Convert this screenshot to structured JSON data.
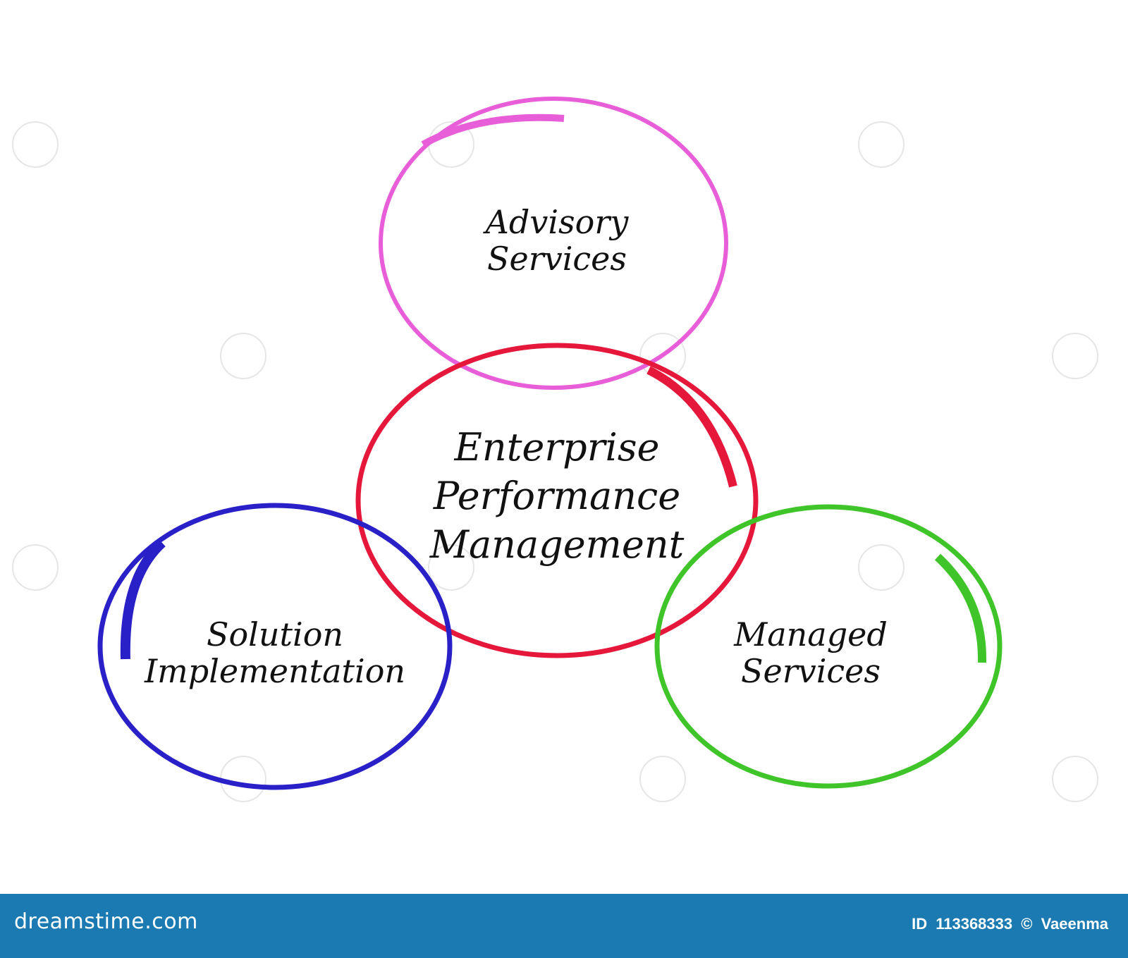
{
  "diagram": {
    "center": {
      "line1": "Enterprise",
      "line2": "Performance",
      "line3": "Management",
      "color": "#e5173b"
    },
    "nodes": [
      {
        "id": "advisory",
        "line1": "Advisory",
        "line2": "Services",
        "color": "#e75ed8"
      },
      {
        "id": "solution",
        "line1": "Solution",
        "line2": "Implementation",
        "color": "#2a20c8"
      },
      {
        "id": "managed",
        "line1": "Managed",
        "line2": "Services",
        "color": "#3fc529"
      }
    ]
  },
  "footer": {
    "site": "dreamstime.com",
    "id_label": "ID",
    "id_value": "113368333",
    "copyright": "©",
    "author": "Vaeenma",
    "background": "#1a7ab1"
  },
  "watermark": {
    "icon": "dreamstime-spiral-icon"
  }
}
